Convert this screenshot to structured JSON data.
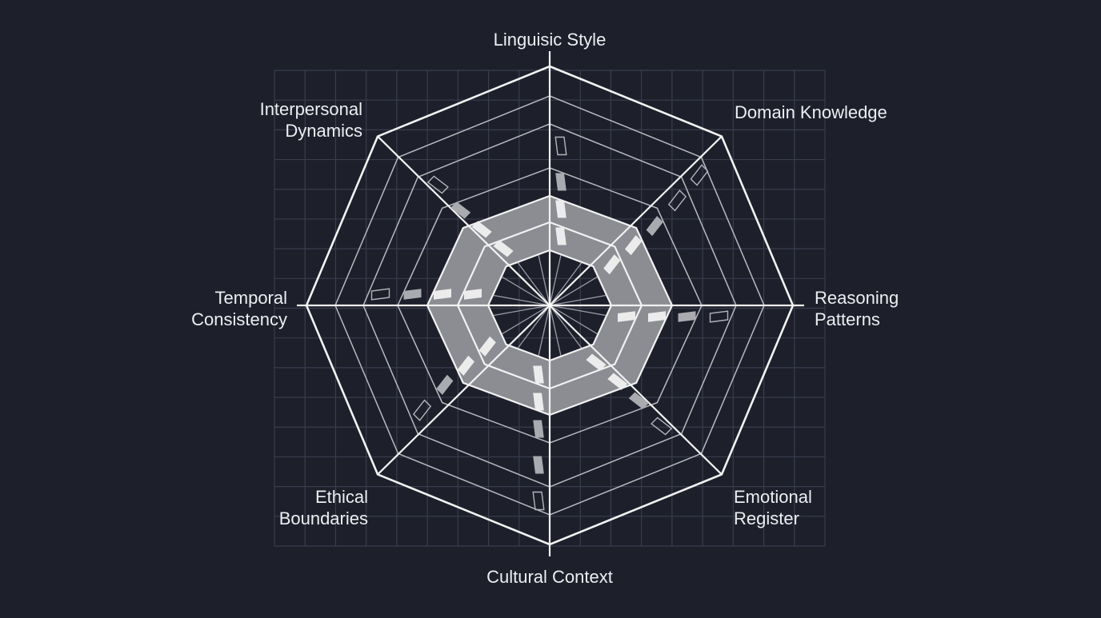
{
  "chart_data": {
    "type": "radar",
    "title": "",
    "axes": [
      "Linguisic Style",
      "Domain Knowledge",
      "Reasoning Patterns",
      "Emotional Register",
      "Cultural Context",
      "Ethical Boundaries",
      "Temporal Consistency",
      "Interpersonal Dynamics"
    ],
    "rings": 7,
    "ring_levels": [
      1,
      2,
      3,
      4,
      5,
      6,
      7
    ],
    "shaded_band": {
      "from_ring": 1,
      "to_ring": 3
    },
    "series": [
      {
        "name": "segment-markers",
        "description": "Parallelogram markers along each axis, between rings",
        "marker_fill_by_ring_gap": [
          "bright",
          "bright",
          "mid-gray",
          "outline"
        ]
      }
    ],
    "markers_per_axis": {
      "Linguisic Style": [
        "bright",
        "bright",
        "mid-gray",
        "outline"
      ],
      "Domain Knowledge": [
        "bright",
        "bright",
        "mid-gray",
        "outline",
        "outline"
      ],
      "Reasoning Patterns": [
        "bright",
        "bright",
        "mid-gray",
        "outline"
      ],
      "Emotional Register": [
        "bright",
        "bright",
        "mid-gray",
        "outline"
      ],
      "Cultural Context": [
        "bright",
        "bright",
        "mid-gray",
        "mid-gray",
        "outline"
      ],
      "Ethical Boundaries": [
        "bright",
        "bright",
        "mid-gray",
        "outline"
      ],
      "Temporal Consistency": [
        "bright",
        "bright",
        "mid-gray",
        "outline"
      ],
      "Interpersonal Dynamics": [
        "bright",
        "bright",
        "mid-gray",
        "outline"
      ]
    },
    "grid": true,
    "legend": null
  },
  "labels": {
    "linguistic_style": "Linguisic Style",
    "domain_knowledge": "Domain Knowledge",
    "reasoning_1": "Reasoning",
    "reasoning_2": "Patterns",
    "emotional_1": "Emotional",
    "emotional_2": "Register",
    "cultural_context": "Cultural Context",
    "ethical_1": "Ethical",
    "ethical_2": "Boundaries",
    "temporal_1": "Temporal",
    "temporal_2": "Consistency",
    "interpersonal_1": "Interpersonal",
    "interpersonal_2": "Dynamics"
  },
  "colors": {
    "background": "#1d1f2b",
    "grid": "#3a3d4c",
    "outer_ring": "#f2f2f2",
    "inner_rings": "#b8bac2",
    "band_fill": "#8b8d93",
    "marker_bright": "#ececec",
    "marker_mid": "#a9abb0",
    "text": "#eceef2"
  }
}
